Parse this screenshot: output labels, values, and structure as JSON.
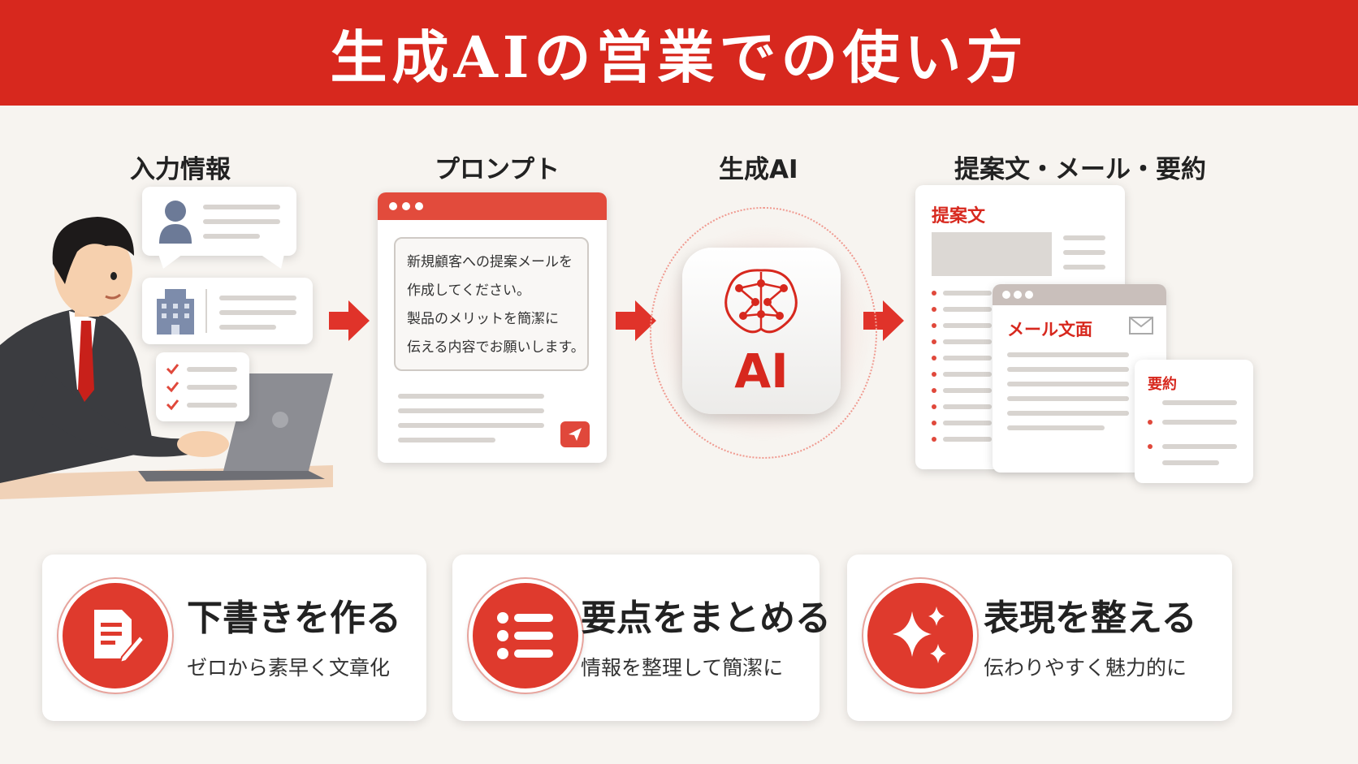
{
  "header": {
    "title": "生成AIの営業での使い方"
  },
  "steps": [
    {
      "title": "入力情報"
    },
    {
      "title": "プロンプト"
    },
    {
      "title": "生成AI"
    },
    {
      "title": "提案文・メール・要約"
    }
  ],
  "prompt": {
    "lines": [
      "新規顧客への提案メールを",
      "作成してください。",
      "製品のメリットを簡潔に",
      "伝える内容でお願いします。"
    ]
  },
  "ai_badge": {
    "label": "AI"
  },
  "outputs": {
    "proposal_label": "提案文",
    "mail_label": "メール文面",
    "summary_label": "要約"
  },
  "benefits": [
    {
      "title": "下書きを作る",
      "subtitle": "ゼロから素早く文章化",
      "icon": "document-pen-icon"
    },
    {
      "title": "要点をまとめる",
      "subtitle": "情報を整理して簡潔に",
      "icon": "list-icon"
    },
    {
      "title": "表現を整える",
      "subtitle": "伝わりやすく魅力的に",
      "icon": "sparkle-icon"
    }
  ],
  "colors": {
    "accent": "#d7281e",
    "background": "#f7f4f0"
  }
}
